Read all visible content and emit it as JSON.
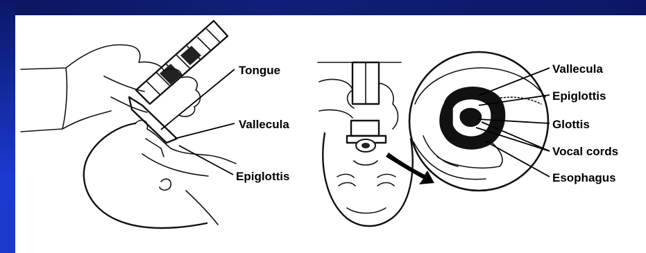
{
  "left_figure": {
    "labels": [
      "Tongue",
      "Vallecula",
      "Epiglottis"
    ]
  },
  "right_figure": {
    "labels": [
      "Vallecula",
      "Epiglottis",
      "Glottis",
      "Vocal cords",
      "Esophagus"
    ]
  },
  "colors": {
    "frame_dark": "#0b1766",
    "frame_light": "#1b3ad0",
    "background": "#ffffff",
    "ink": "#111111"
  }
}
